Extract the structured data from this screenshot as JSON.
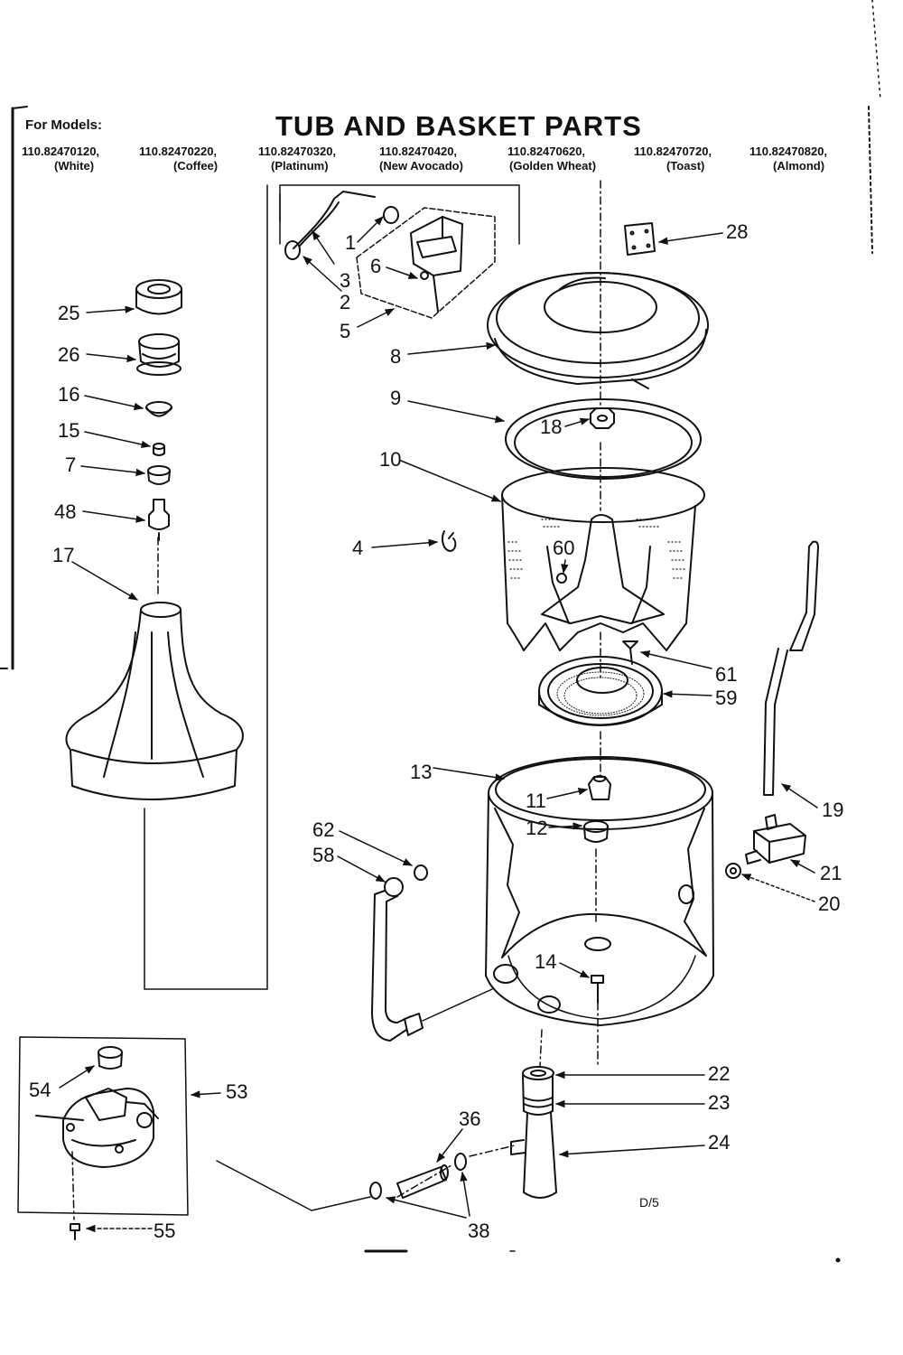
{
  "header": {
    "for_models_label": "For Models:",
    "title": "TUB AND BASKET PARTS"
  },
  "models": [
    {
      "number": "110.82470120,",
      "color": "(White)"
    },
    {
      "number": "110.82470220,",
      "color": "(Coffee)"
    },
    {
      "number": "110.82470320,",
      "color": "(Platinum)"
    },
    {
      "number": "110.82470420,",
      "color": "(New Avocado)"
    },
    {
      "number": "110.82470620,",
      "color": "(Golden Wheat)"
    },
    {
      "number": "110.82470720,",
      "color": "(Toast)"
    },
    {
      "number": "110.82470820,",
      "color": "(Almond)"
    }
  ],
  "callouts": {
    "c1": "1",
    "c2": "2",
    "c3": "3",
    "c4": "4",
    "c5": "5",
    "c6": "6",
    "c7": "7",
    "c8": "8",
    "c9": "9",
    "c10": "10",
    "c11": "11",
    "c12": "12",
    "c13": "13",
    "c14": "14",
    "c15": "15",
    "c16": "16",
    "c17": "17",
    "c18": "18",
    "c19": "19",
    "c20": "20",
    "c21": "21",
    "c22": "22",
    "c23": "23",
    "c24": "24",
    "c25": "25",
    "c26": "26",
    "c28": "28",
    "c36": "36",
    "c38a": "38",
    "c38b": "38",
    "c48": "48",
    "c53": "53",
    "c54": "54",
    "c55": "55",
    "c58": "58",
    "c59": "59",
    "c60": "60",
    "c61": "61",
    "c62": "62"
  },
  "footer_code": "D/5",
  "colors": {
    "ink": "#111111",
    "paper": "#ffffff"
  }
}
